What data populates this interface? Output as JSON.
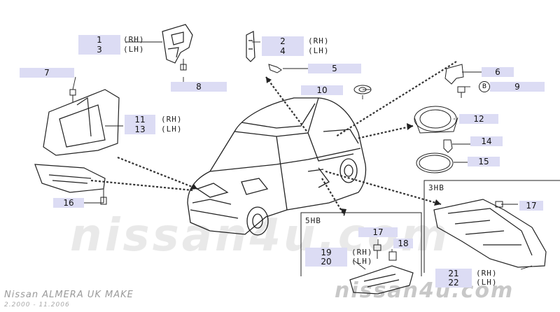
{
  "watermark": {
    "main": "nissan4u.com",
    "corner": "nissan4u.com"
  },
  "footer": {
    "model": "Nissan ALMERA UK MAKE",
    "date_range": "2.2000 - 11.2006"
  },
  "variants": {
    "five_door": "5HB",
    "three_door": "3HB"
  },
  "parts": {
    "p1": "1",
    "p2": "2",
    "p3": "3",
    "p4": "4",
    "p5": "5",
    "p6": "6",
    "p7": "7",
    "p8": "8",
    "p9": "9",
    "p10": "10",
    "p11": "11",
    "p12": "12",
    "p13": "13",
    "p14": "14",
    "p15": "15",
    "p16": "16",
    "p17a": "17",
    "p17b": "17",
    "p18": "18",
    "p19": "19",
    "p20": "20",
    "p21": "21",
    "p22": "22"
  },
  "side": {
    "rh": "(RH)",
    "lh": "(LH)"
  },
  "callout_b": "B"
}
